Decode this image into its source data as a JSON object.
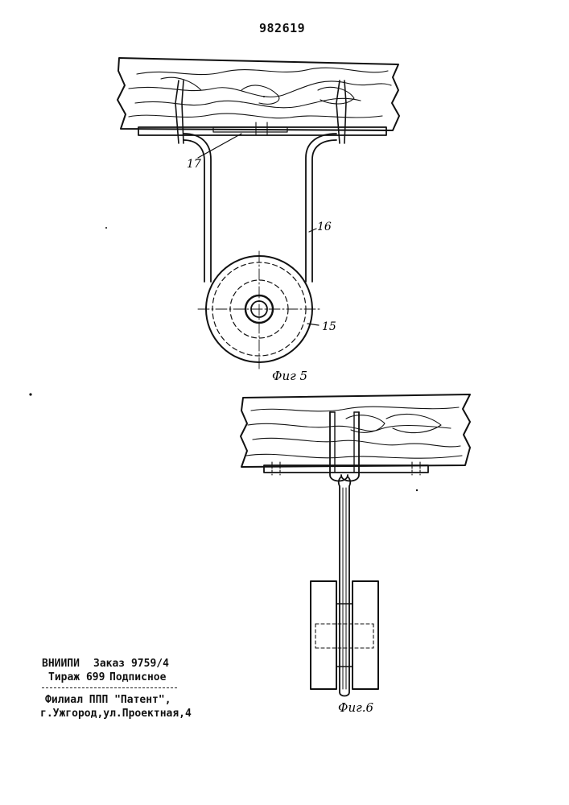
{
  "header": {
    "patent_number": "982619"
  },
  "figures": {
    "fig5": {
      "caption": "Фиг 5",
      "callouts": {
        "label_17": "17",
        "label_16": "16",
        "label_15": "15"
      }
    },
    "fig6": {
      "caption": "Фиг.6"
    }
  },
  "imprint": {
    "org": "ВНИИПИ",
    "order": "Заказ 9759/4",
    "circulation": "Тираж 699",
    "subscription": "Подписное",
    "branch": "Филиал ППП \"Патент\",",
    "address": "г.Ужгород,ул.Проектная,4"
  },
  "colors": {
    "ink": "#111111",
    "paper": "#ffffff"
  }
}
